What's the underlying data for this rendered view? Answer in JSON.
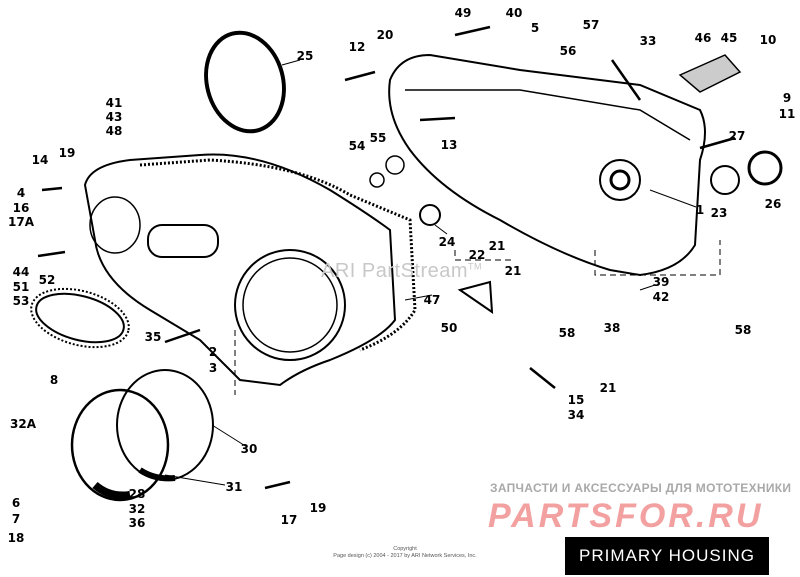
{
  "title": "PRIMARY HOUSING",
  "watermark": "ARI PartStream",
  "watermark_tm": "TM",
  "ru_banner": "ЗАПЧАСТИ И АКСЕССУАРЫ ДЛЯ МОТОТЕХНИКИ",
  "ru_logo": "PARTSFOR.RU",
  "copyright": {
    "line1": "Copyright",
    "line2": "Page design (c) 2004 - 2017 by ARI Network Services, Inc."
  },
  "callouts": [
    "49",
    "40",
    "5",
    "57",
    "56",
    "33",
    "46",
    "45",
    "10",
    "12",
    "20",
    "25",
    "9",
    "11",
    "27",
    "41",
    "43",
    "48",
    "14",
    "19",
    "13",
    "54",
    "55",
    "4",
    "16",
    "17A",
    "1",
    "23",
    "26",
    "22",
    "21",
    "24",
    "21",
    "44",
    "51",
    "53",
    "52",
    "47",
    "39",
    "42",
    "50",
    "58",
    "38",
    "58",
    "35",
    "2",
    "3",
    "8",
    "15",
    "34",
    "21",
    "32A",
    "30",
    "31",
    "28",
    "32",
    "36",
    "6",
    "7",
    "18",
    "17",
    "19"
  ]
}
